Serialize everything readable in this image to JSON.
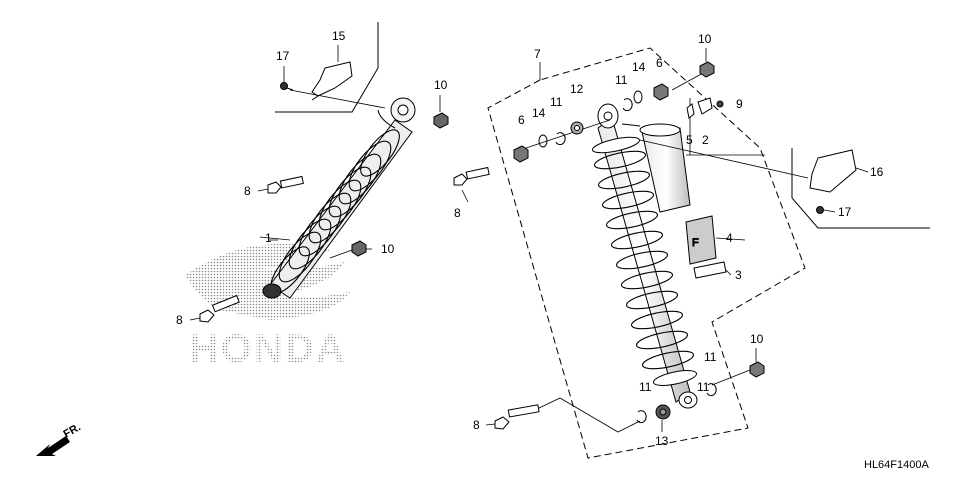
{
  "diagram": {
    "code": "HL64F1400A",
    "direction_label": "FR.",
    "watermark": "HONDA",
    "callouts": [
      "1",
      "2",
      "3",
      "4",
      "5",
      "6",
      "6",
      "7",
      "8",
      "8",
      "8",
      "8",
      "9",
      "10",
      "10",
      "10",
      "10",
      "11",
      "11",
      "11",
      "11",
      "11",
      "12",
      "13",
      "14",
      "14",
      "15",
      "16",
      "17",
      "17"
    ]
  },
  "colors": {
    "line": "#000000",
    "dots": "#888888"
  }
}
